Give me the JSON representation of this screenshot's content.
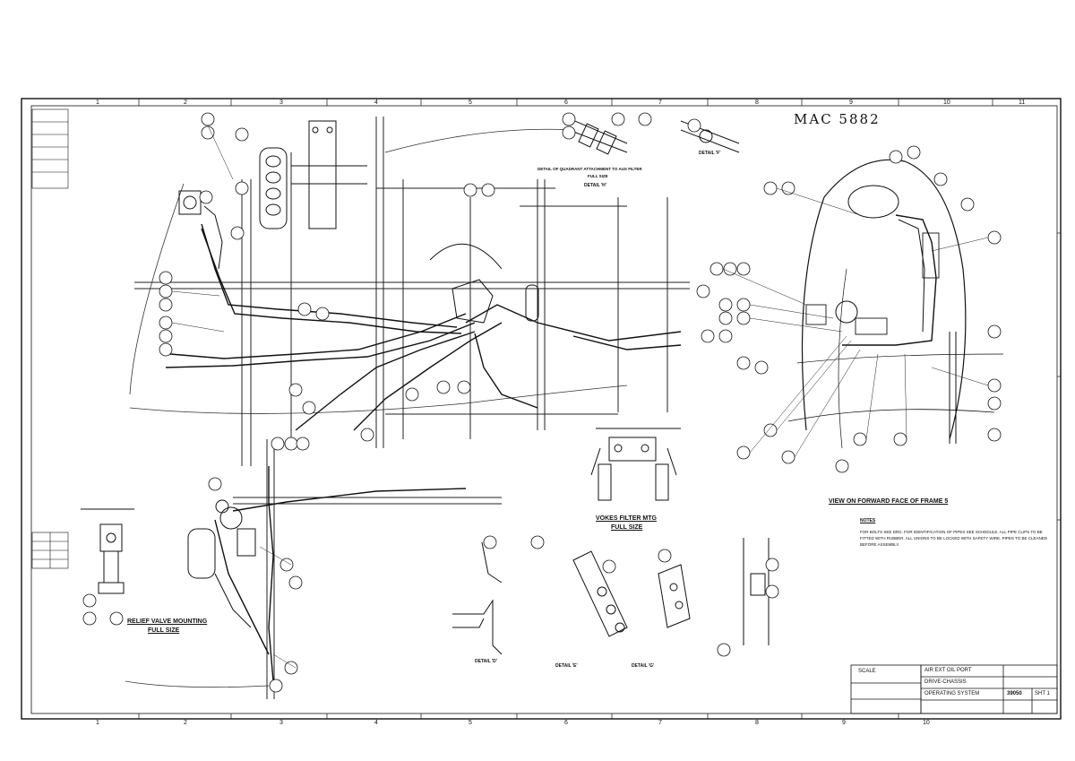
{
  "drawing": {
    "number": "MAC 5882",
    "title_lines": [
      "AIR EXT OIL PORT",
      "DRIVE-CHASSIS",
      "OPERATING SYSTEM"
    ],
    "sheet_ref": "39050",
    "sheet_abbrev": "SHT 1",
    "scale": "SCALE",
    "grid_cols_top": [
      "1",
      "2",
      "3",
      "4",
      "5",
      "6",
      "7",
      "8",
      "9",
      "10",
      "11"
    ],
    "grid_cols_bottom": [
      "1",
      "2",
      "3",
      "4",
      "5",
      "6",
      "7",
      "8",
      "9",
      "10"
    ]
  },
  "views": {
    "forward_face": "VIEW ON FORWARD FACE OF FRAME 5",
    "filter_mtg": "VOKES FILTER MTG",
    "filter_size": "FULL SIZE",
    "relief_valve": "RELIEF VALVE MOUNTING",
    "relief_size": "FULL SIZE",
    "detail_bracket": "DETAIL OF QUADRANT ATTACHMENT TO AUX FILTER",
    "detail_bracket_size": "FULL SIZE",
    "detail_d": "DETAIL 'D'",
    "detail_e": "DETAIL 'E'",
    "detail_g": "DETAIL 'G'",
    "detail_f": "DETAIL 'F'",
    "detail_h": "DETAIL 'H'"
  },
  "notes": {
    "heading": "NOTES",
    "body": "FOR BOLTS SEE DRG. FOR IDENTIFICATION OF PIPES SEE SCHEDULE. ALL PIPE CLIPS TO BE FITTED WITH RUBBER. ALL UNIONS TO BE LOCKED WITH SAFETY WIRE. PIPES TO BE CLEANED BEFORE ASSEMBLY."
  }
}
